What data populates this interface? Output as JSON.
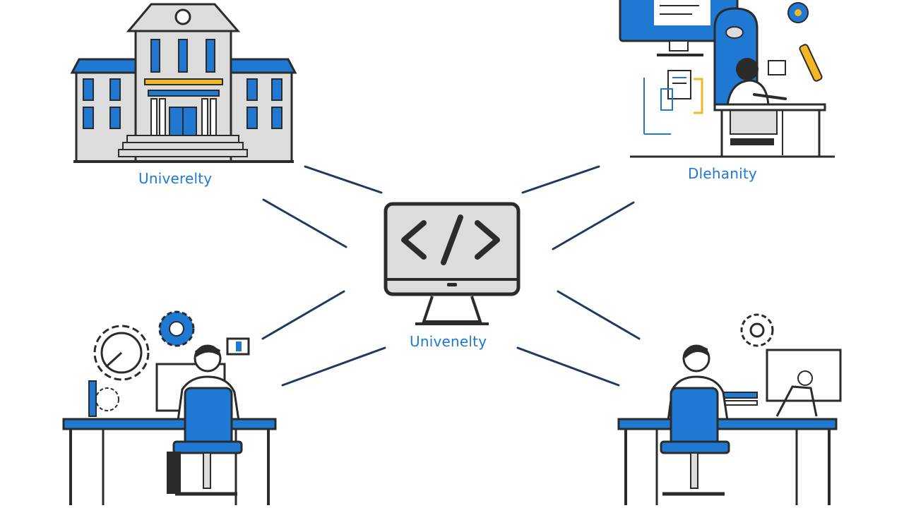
{
  "labels": {
    "top_left": "Univerelty",
    "top_right": "Dlehanity",
    "center": "Univenelty"
  },
  "icons": {
    "center": "code-monitor-icon",
    "top_left": "university-building-icon",
    "top_right": "person-at-desk-icon",
    "bottom_left": "developer-desk-icon",
    "bottom_right": "developer-desk-icon"
  },
  "colors": {
    "accent": "#1f78d1",
    "line": "#1f3a5f",
    "outline": "#2b2b2b",
    "fill_gray": "#dcdcdc",
    "accent_yellow": "#f2b824"
  }
}
